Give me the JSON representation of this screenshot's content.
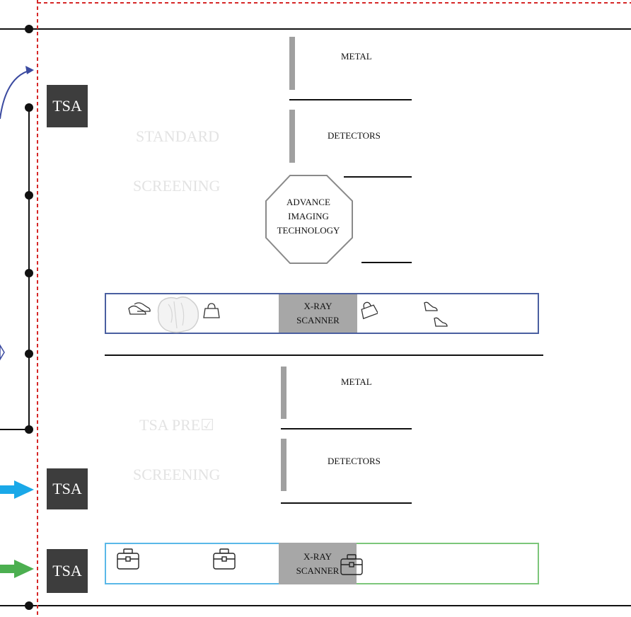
{
  "standard_lane": {
    "tsa_label": "TSA",
    "zone_label_1": "STANDARD",
    "zone_label_2": "SCREENING",
    "metal_label": "METAL",
    "detectors_label": "DETECTORS",
    "ait_label_1": "ADVANCE",
    "ait_label_2": "IMAGING",
    "ait_label_3": "TECHNOLOGY",
    "xray_label_1": "X-RAY",
    "xray_label_2": "SCANNER",
    "belt_color": "#4a5fa0"
  },
  "precheck_lane": {
    "tsa_label": "TSA",
    "zone_label_1": "TSA PRE☑",
    "zone_label_2": "SCREENING",
    "metal_label": "METAL",
    "detectors_label": "DETECTORS"
  },
  "baggage_lane": {
    "tsa_label": "TSA",
    "xray_label_1": "X-RAY",
    "xray_label_2": "SCANNER",
    "belt_color_left": "#5ab8e8",
    "belt_color_right": "#7cc67a"
  },
  "colors": {
    "boundary": "#d62828",
    "arrow_blue": "#3b4aa0",
    "arrow_cyan": "#1aa8e8",
    "arrow_green": "#4caf50"
  },
  "icons": [
    "shoe-icon",
    "coat-icon",
    "handbag-icon",
    "briefcase-icon",
    "checkbox-icon"
  ]
}
